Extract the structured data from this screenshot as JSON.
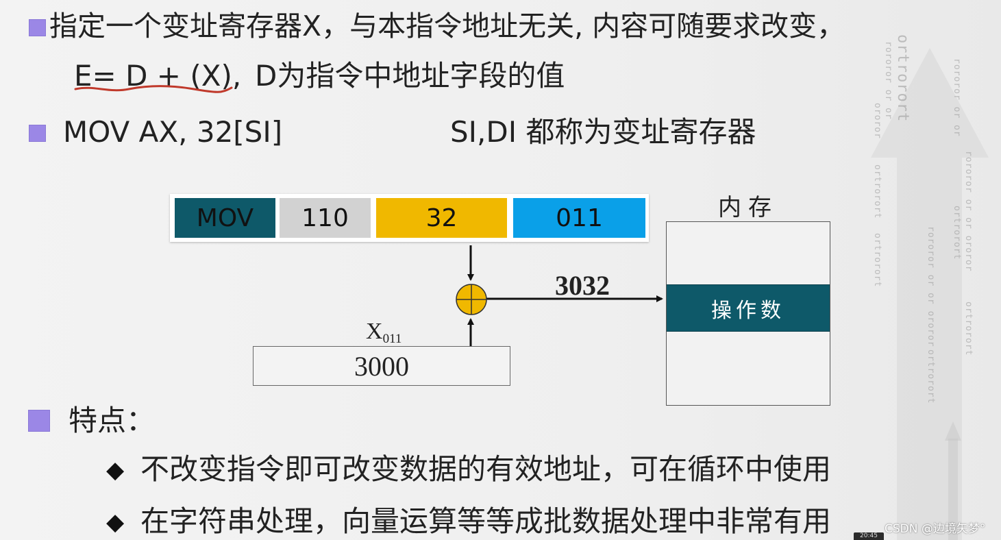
{
  "slide": {
    "line1": "指定一个变址寄存器X，与本指令地址无关, 内容可随要求改变，",
    "formula": "E= D + (X),",
    "formula_desc": "D为指令中地址字段的值",
    "example_instruction": "MOV AX, 32[SI]",
    "example_note": "SI,DI 都称为变址寄存器",
    "features_title": "特点：",
    "features": [
      "不改变指令即可改变数据的有效地址，可在循环中使用",
      "在字符串处理，向量运算等等成批数据处理中非常有用"
    ]
  },
  "diagram": {
    "fields": [
      "MOV",
      "110",
      "32",
      "011"
    ],
    "field_colors": [
      "#0e5969",
      "#d2d2d2",
      "#f0b800",
      "#0aa0e8"
    ],
    "register_name": "X",
    "register_subscript": "011",
    "register_value": "3000",
    "effective_address": "3032",
    "memory_label": "内存",
    "operand_label": "操作数",
    "adder_color": "#f0b800"
  },
  "overlay": {
    "watermark": "CSDN @边境矢梦°",
    "video_time": "20:45"
  },
  "deco": {
    "bits": [
      "ortrorort",
      "rororor or or",
      "ororor",
      "rororor or or ororor",
      "ortrorort",
      "rororor or or",
      "ortrorort",
      "rororor or or ororor",
      "ortrorort"
    ]
  }
}
